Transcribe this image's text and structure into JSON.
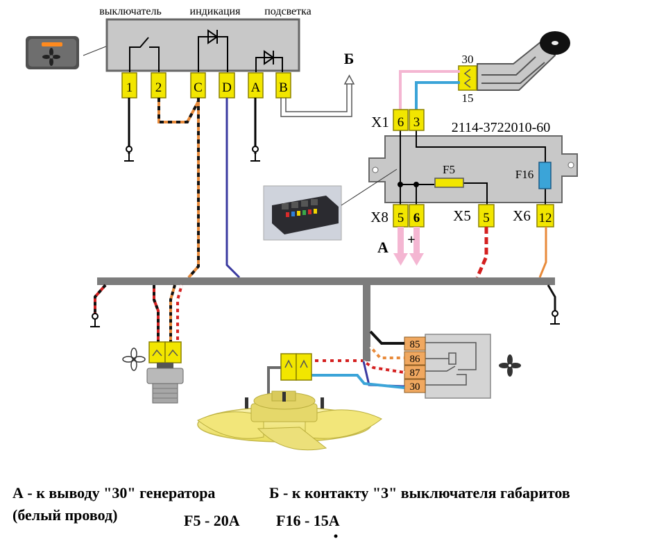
{
  "switch_block": {
    "label_switch": "выключатель",
    "label_indication": "индикация",
    "label_backlight": "подсветка",
    "pins": [
      "1",
      "2",
      "C",
      "D",
      "A",
      "B"
    ]
  },
  "arrow_b_label": "Б",
  "ignition": {
    "pin_top": "30",
    "pin_bottom": "15"
  },
  "mounting_block": {
    "part_number": "2114-3722010-60",
    "connector_x1": "X1",
    "x1_pins": [
      "6",
      "3"
    ],
    "connector_x8": "X8",
    "x8_pins": [
      "5",
      "6"
    ],
    "connector_x5": "X5",
    "x5_pin": "5",
    "connector_x6": "X6",
    "x6_pin": "12",
    "fuse_f5": "F5",
    "fuse_f16": "F16",
    "terminal_a": "A",
    "terminal_plus": "+"
  },
  "relay": {
    "pins": [
      "85",
      "86",
      "87",
      "30"
    ]
  },
  "legend": {
    "line1_a": "А - к выводу \"30\" генератора",
    "line1_b": "Б - к контакту \"3\" выключателя габаритов",
    "line2_a": "(белый провод)",
    "fuse_f5_rating": "F5 - 20A",
    "fuse_f16_rating": "F16 - 15A"
  },
  "colors": {
    "panel_gray": "#c8c8c8",
    "connector_yellow": "#f2e600",
    "wire_pink": "#f4b6d2",
    "wire_blue": "#3ba4d8",
    "wire_dark_blue": "#3a3aa0",
    "wire_orange": "#e88a3a",
    "wire_red": "#d42020",
    "fan_yellow": "#f4ea8a",
    "relay_orange": "#f0a860"
  }
}
